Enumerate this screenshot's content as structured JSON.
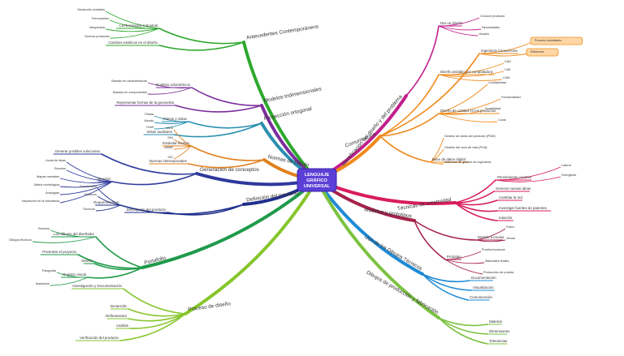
{
  "center": {
    "lines": [
      "LENGUAJE",
      "GRÁFICO",
      "UNIVERSAL"
    ],
    "color": "#5b3fd6"
  },
  "branches": [
    {
      "key": "hist",
      "color": "#2ea82e",
      "label": "Antecedentes Contemporáneos",
      "children": [
        {
          "label": "La Revolución Industrial",
          "children": [
            "Desarrollo ciudades",
            "Ferrocarriles",
            "Maquinaria",
            "Nuevos productos"
          ]
        },
        {
          "label": "Cambios estéticos en el diseño",
          "children": []
        }
      ]
    },
    {
      "key": "modelos",
      "color": "#7a2d9c",
      "label": "Modelos tridimensionales",
      "children": [
        {
          "label": "Modelos volumétricos",
          "children": [
            "Basado en características",
            "Basado en componentes"
          ]
        },
        {
          "label": "Representar formas de la geometría",
          "children": []
        }
      ]
    },
    {
      "key": "proy",
      "color": "#2a8fb0",
      "label": "Proyección ortogonal",
      "children": [
        {
          "label": "Planos y vistas",
          "children": [
            "Planta",
            "Alzado",
            "Perfil"
          ]
        },
        {
          "label": "Vistas auxiliares",
          "children": []
        }
      ]
    },
    {
      "key": "normas",
      "color": "#e0801e",
      "label": "Normas de Dibujo",
      "children": [
        {
          "label": "Estándar técnico",
          "children": [
            "ANSI",
            "DIN",
            "ASME",
            "ISO"
          ]
        },
        {
          "label": "Normas internacionales",
          "children": []
        }
      ]
    },
    {
      "key": "gen",
      "color": "#2e3a9c",
      "label": "Generación de conceptos",
      "children": [
        {
          "label": "Generar posibles soluciones",
          "children": []
        },
        {
          "label": "Ideación",
          "children": [
            "Lluvia de ideas",
            "Bocetos",
            "Mapas mentales",
            "Matriz morfológica",
            "Analogías",
            "Inspiración en la naturaleza"
          ]
        }
      ]
    },
    {
      "key": "def",
      "color": "#1f2f8c",
      "label": "Definición del producto",
      "children": [
        {
          "label": "Requerimientos",
          "children": [
            "Funcionales",
            "Estéticos",
            "Técnicos"
          ]
        },
        {
          "label": "Descripción del producto",
          "children": []
        }
      ]
    },
    {
      "key": "port",
      "color": "#1f9a4a",
      "label": "Portafolio",
      "children": [
        {
          "label": "Los dibujos del diseñador",
          "children": [
            "Bocetos",
            "Dibujos técnicos"
          ]
        },
        {
          "label": "Presentar el proyecto",
          "children": []
        },
        {
          "label": "Diseño",
          "children": [
            "Croquis",
            "Modelos"
          ]
        },
        {
          "label": "Registro visual",
          "children": [
            "Fotografía",
            "Ilustración"
          ]
        }
      ]
    },
    {
      "key": "proc",
      "color": "#86c52b",
      "label": "Proceso de diseño",
      "children": [
        {
          "label": "Investigación y Documentación",
          "children": []
        },
        {
          "label": "Desarrollo",
          "children": []
        },
        {
          "label": "Refinamiento",
          "children": []
        },
        {
          "label": "Análisis",
          "children": []
        },
        {
          "label": "Verificación del producto",
          "children": []
        }
      ]
    },
    {
      "key": "ident",
      "color": "#c21f8c",
      "label": "Identificación del diseño y del problema",
      "children": [
        {
          "label": "Dar un diseño",
          "children": [
            "Conocer producto",
            "Necesidades",
            "Usuario"
          ]
        }
      ]
    },
    {
      "key": "comp",
      "color": "#f08a1c",
      "label": "Comunicación",
      "children": [
        {
          "label": "Ingeniería Concurrente",
          "children": [
            "Proceso simultáneo",
            "Eficiencia"
          ]
        },
        {
          "label": "Diseño asistido por computadora",
          "children": [
            "CAD",
            "CAE",
            "CAM"
          ]
        },
        {
          "label": "Diseño de calidad en los productos",
          "children": [
            "Confiabilidad",
            "Funcionalidad",
            "Durabilidad",
            "Costo"
          ]
        },
        {
          "label": "Base de datos digital",
          "children": [
            "Gestión de datos del producto (PDM)",
            "Gestión del ciclo de vida (PLM)",
            "Sistemas de gestión de ingeniería"
          ]
        }
      ]
    },
    {
      "key": "tec",
      "color": "#d81c5c",
      "label": "Técnicas de creatividad",
      "children": [
        {
          "label": "Pensamiento creativo",
          "children": [
            "Lateral",
            "Divergente"
          ]
        },
        {
          "label": "Generar nuevas ideas",
          "children": []
        },
        {
          "label": "Cambiar la red",
          "children": []
        },
        {
          "label": "Investigar fuentes de patentes",
          "children": []
        },
        {
          "label": "Intuición",
          "children": []
        }
      ]
    },
    {
      "key": "mod",
      "color": "#a5224a",
      "label": "Modelos y prototipos",
      "children": [
        {
          "label": "Modelo a escala",
          "children": [
            "Físico",
            "Virtual"
          ]
        },
        {
          "label": "Prototipo",
          "children": [
            "Prueba funcional",
            "Materiales finales",
            "Producción de prueba"
          ]
        }
      ]
    },
    {
      "key": "dib",
      "color": "#1e8ad6",
      "label": "Uso de los Dibujos Técnicos",
      "children": [
        {
          "label": "Documentación",
          "children": []
        },
        {
          "label": "Visualización",
          "children": []
        },
        {
          "label": "Comunicación",
          "children": []
        }
      ]
    },
    {
      "key": "fab",
      "color": "#7cc242",
      "label": "Dibujos de producción y fabricación",
      "children": [
        {
          "label": "Material",
          "children": []
        },
        {
          "label": "Dimensiones",
          "children": []
        },
        {
          "label": "Tolerancias",
          "children": []
        }
      ]
    }
  ]
}
